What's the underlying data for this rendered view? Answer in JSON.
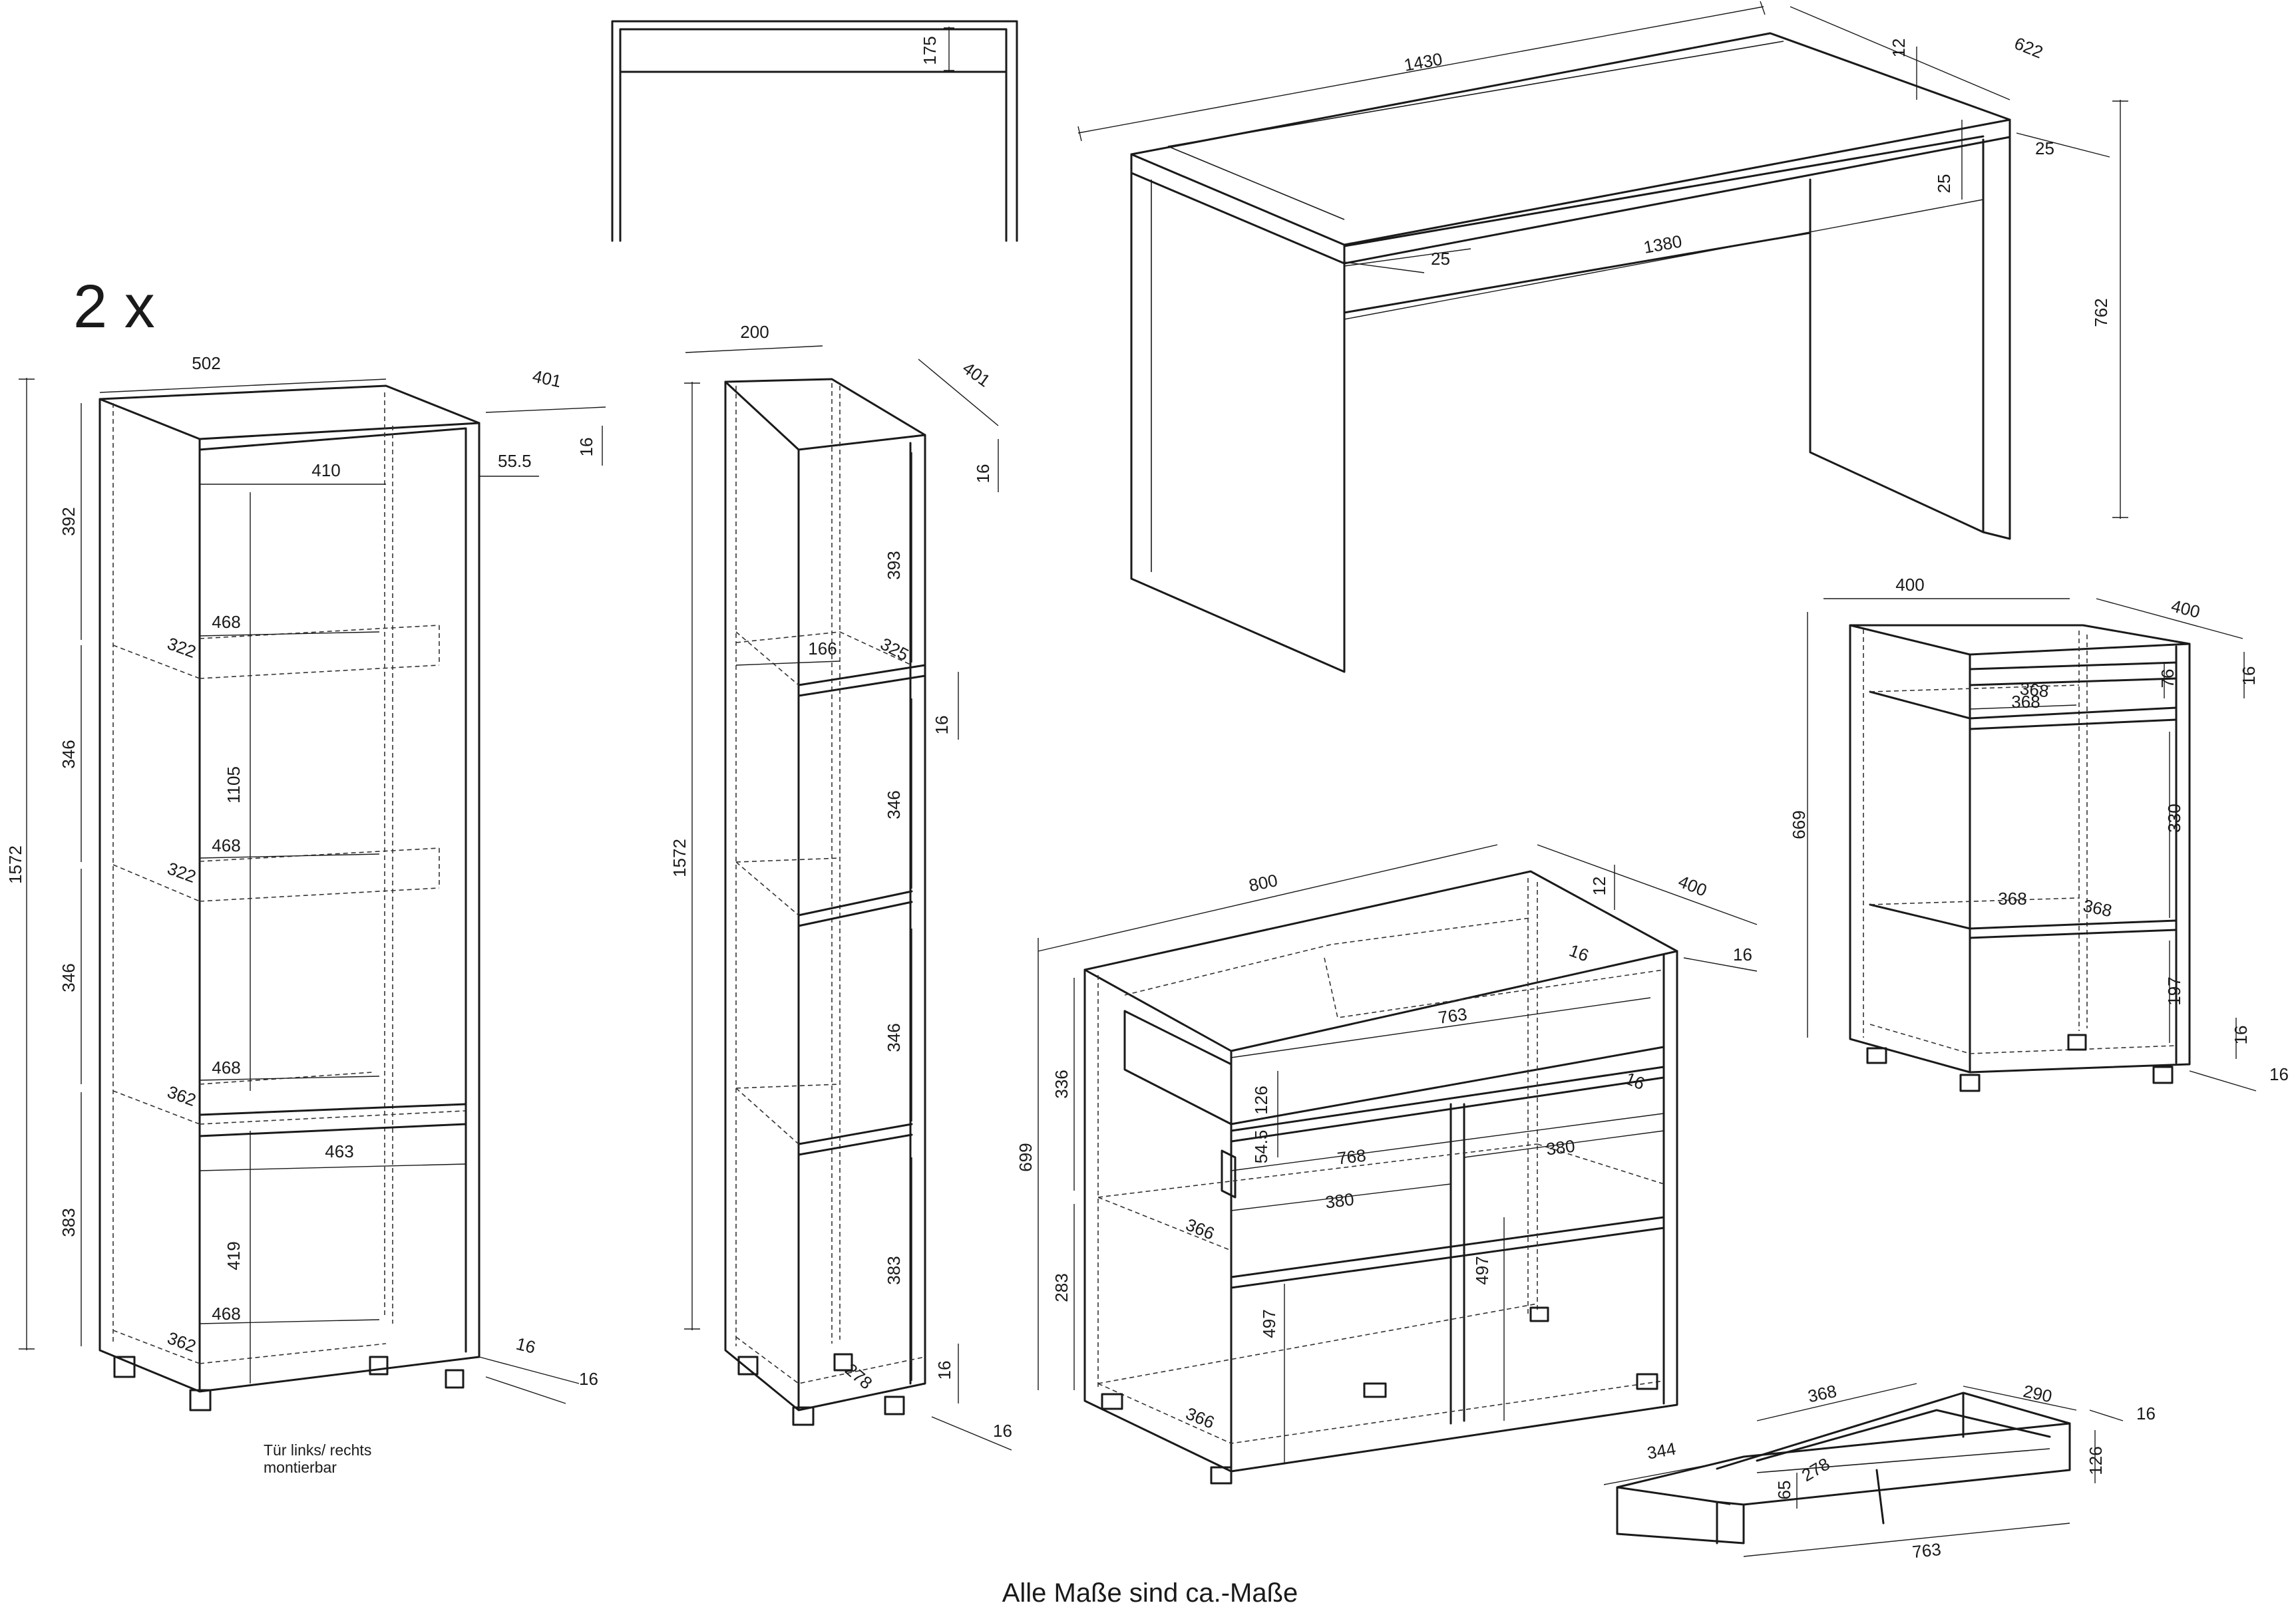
{
  "quantity_label": "2 x",
  "footer": "Alle Maße sind ca.-Maße",
  "note_lines": [
    "Tür links/ rechts",
    "montierbar"
  ],
  "desk_side": {
    "height": "175"
  },
  "desk": {
    "width": "1430",
    "depth": "622",
    "top": "12",
    "leg": "25",
    "rail_gap": "25",
    "rail_offset": "25",
    "inner": "1380",
    "height": "762"
  },
  "vitrine": {
    "width": "502",
    "depth": "401",
    "top_thk": "16",
    "door_gap": "55.5",
    "inner_width": "410",
    "height": "1572",
    "sections": [
      "392",
      "346",
      "346",
      "383"
    ],
    "shelf_w": [
      "468",
      "468",
      "468",
      "468"
    ],
    "shelf_d": [
      "322",
      "322",
      "362",
      "362"
    ],
    "glass_h": "1105",
    "drawer_w": "463",
    "drawer_h": "419",
    "foot_a": "16",
    "foot_b": "16"
  },
  "shelf": {
    "width": "200",
    "depth": "401",
    "top_thk": "16",
    "height": "1572",
    "sections": [
      "393",
      "346",
      "346",
      "383"
    ],
    "shelf_w": "166",
    "shelf_d": "325",
    "shelf_thk": "16",
    "foot_d": "278",
    "foot_a": "16",
    "foot_b": "16"
  },
  "nightstand": {
    "width": "400",
    "depth": "400",
    "top_thk": "16",
    "drawer_h": "76",
    "height": "669",
    "shelf_w": [
      "368",
      "368"
    ],
    "shelf_d": [
      "368",
      "368"
    ],
    "section": "330",
    "lower": "197",
    "foot_a": "16",
    "foot_b": "16"
  },
  "sideboard": {
    "width": "800",
    "depth": "400",
    "top": "12",
    "top_thk": "16",
    "drawer_front_w": "763",
    "drawer_h": "126",
    "gap": "54.5",
    "upper": "336",
    "height": "699",
    "lower": "283",
    "inner_w": "768",
    "half_a": "380",
    "half_b": "380",
    "shelf_d": "366",
    "door_h_a": "497",
    "door_h_b": "497",
    "bottom_d": "366",
    "thk": "16"
  },
  "drawer": {
    "front_w": "368",
    "depth": "290",
    "thk": "16",
    "side": "344",
    "h": "65",
    "inner": "278",
    "height": "126",
    "length": "763"
  }
}
